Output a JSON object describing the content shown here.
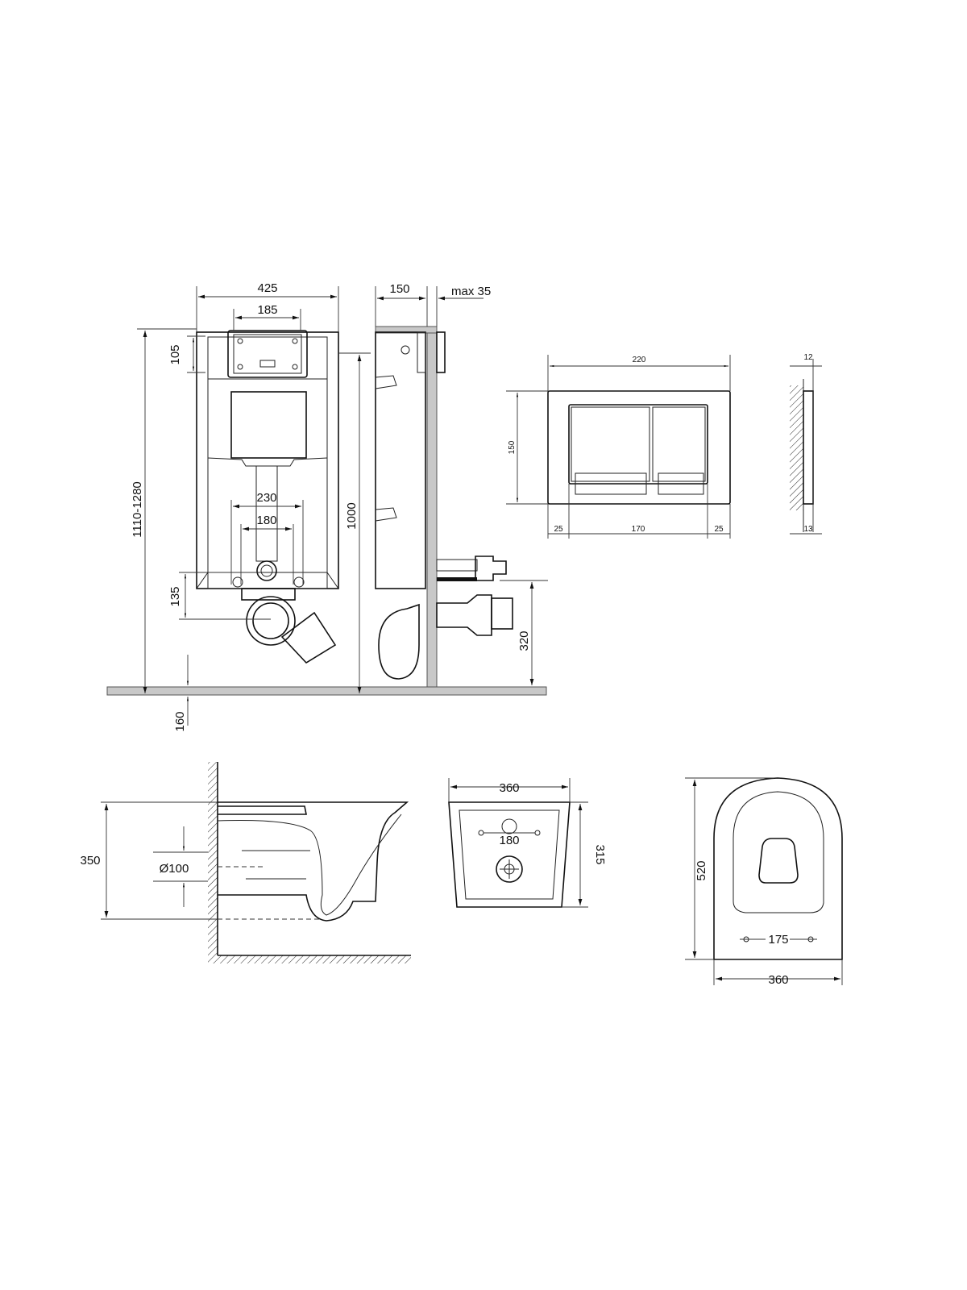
{
  "frame_front": {
    "width": "425",
    "plate_width": "185",
    "top_offset": "105",
    "height_range": "1110-1280",
    "bolt_outer": "230",
    "bolt_inner": "180",
    "height": "1000",
    "outlet_offset": "135",
    "floor_offset": "160"
  },
  "frame_side": {
    "depth": "150",
    "wall_max": "max 35",
    "outlet_height": "320"
  },
  "flush_plate": {
    "width": "220",
    "height": "150",
    "margin_left": "25",
    "button_width": "170",
    "margin_right": "25",
    "depth_top": "12",
    "depth_bottom": "13"
  },
  "bowl_side": {
    "height": "350",
    "pipe_diameter": "Ø100"
  },
  "bowl_back": {
    "width": "360",
    "bolt_spacing": "180",
    "height": "315"
  },
  "bowl_top": {
    "length": "520",
    "bolt_spacing": "175",
    "width": "360"
  }
}
